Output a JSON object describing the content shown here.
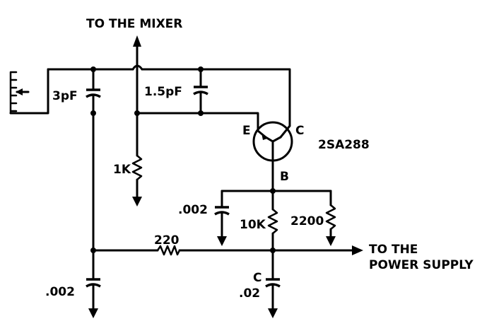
{
  "labels": {
    "to_mixer": "TO THE MIXER",
    "to_power_1": "TO THE",
    "to_power_2": "POWER SUPPLY",
    "transistor": "2SA288",
    "emitter": "E",
    "collector": "C",
    "base": "B",
    "c_3pf": "3pF",
    "c_1_5pf": "1.5pF",
    "r_1k": "1K",
    "c_002_base": ".002",
    "r_10k": "10K",
    "r_2200": "2200",
    "r_220": "220",
    "c_002_left": ".002",
    "c_02_label": "C",
    "c_02": ".02"
  },
  "colors": {
    "ink": "#000000",
    "paper": "#ffffff"
  }
}
